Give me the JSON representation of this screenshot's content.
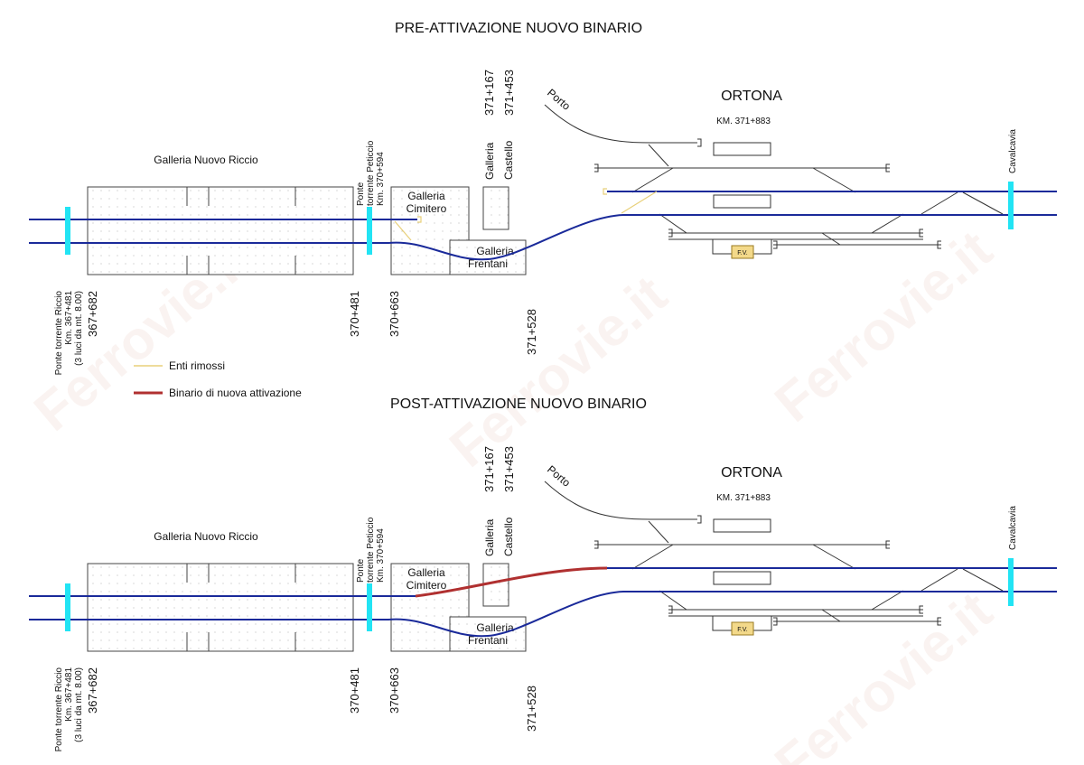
{
  "watermark": "Ferrovie.it",
  "panels": [
    {
      "id": "pre",
      "title": "PRE-ATTIVAZIONE NUOVO BINARIO",
      "station": {
        "name": "ORTONA",
        "km": "KM. 371+883"
      },
      "labels": {
        "galleria_nuovo_riccio": "Galleria Nuovo Riccio",
        "ponte_peticcio": [
          "Ponte",
          "torrente Peticcio",
          "Km. 370+594"
        ],
        "galleria_cimitero": [
          "Galleria",
          "Cimitero"
        ],
        "galleria_castello": [
          "Galleria",
          "Castello"
        ],
        "galleria_frentani": [
          "Galleria",
          "Frentani"
        ],
        "porto": "Porto",
        "cavalcavia": "Cavalcavia",
        "fv": "F.V.",
        "ponte_riccio": [
          "Ponte torrente Riccio",
          "Km. 367+481",
          "(3 luci da mt. 8.00)"
        ]
      },
      "km_markers": {
        "top": [
          "371+167",
          "371+453"
        ],
        "bottom": [
          "367+682",
          "370+481",
          "370+663",
          "371+528"
        ]
      }
    },
    {
      "id": "post",
      "title": "POST-ATTIVAZIONE NUOVO BINARIO",
      "station": {
        "name": "ORTONA",
        "km": "KM. 371+883"
      },
      "labels": {
        "galleria_nuovo_riccio": "Galleria Nuovo Riccio",
        "ponte_peticcio": [
          "Ponte",
          "torrente Peticcio",
          "Km. 370+594"
        ],
        "galleria_cimitero": [
          "Galleria",
          "Cimitero"
        ],
        "galleria_castello": [
          "Galleria",
          "Castello"
        ],
        "galleria_frentani": [
          "Galleria",
          "Frentani"
        ],
        "porto": "Porto",
        "cavalcavia": "Cavalcavia",
        "fv": "F.V.",
        "ponte_riccio": [
          "Ponte torrente Riccio",
          "Km. 367+481",
          "(3 luci da mt. 8.00)"
        ]
      },
      "km_markers": {
        "top": [
          "371+167",
          "371+453"
        ],
        "bottom": [
          "367+682",
          "370+481",
          "370+663",
          "371+528"
        ]
      }
    }
  ],
  "legend": [
    {
      "label": "Enti rimossi",
      "color": "#e8d07a"
    },
    {
      "label": "Binario di nuova attivazione",
      "color": "#b03030"
    }
  ],
  "colors": {
    "main_track": "#1a2a9a",
    "new_track": "#b03030",
    "removed": "#e8d07a",
    "bridge": "#22e4f4",
    "fv_fill": "#f3d98a"
  }
}
